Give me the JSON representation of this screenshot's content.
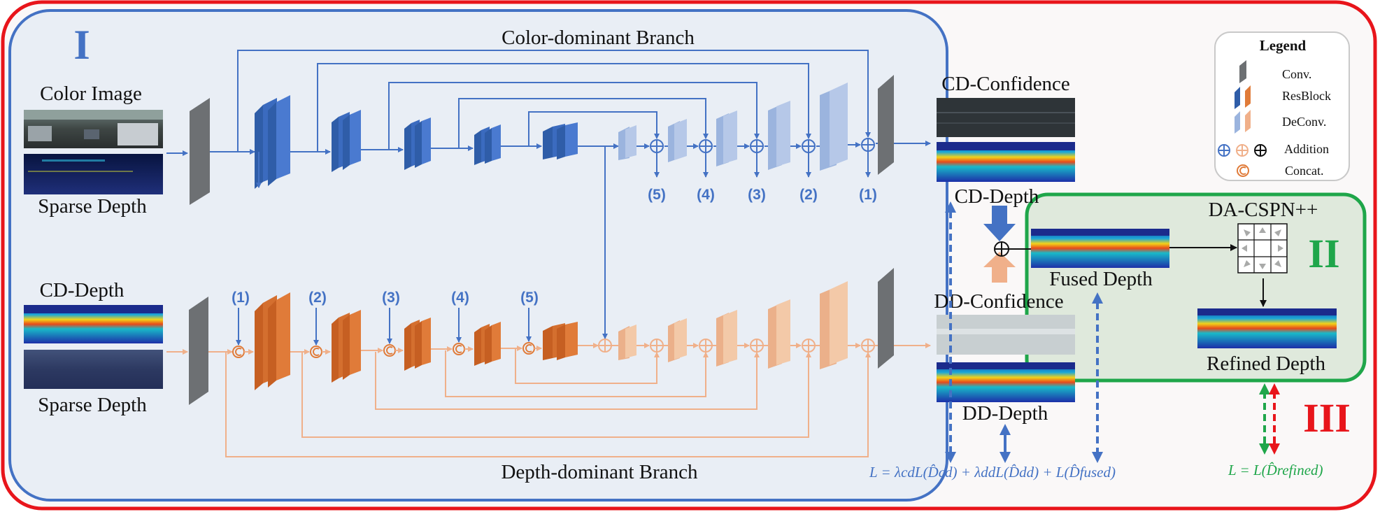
{
  "sections": {
    "one": "I",
    "two": "II",
    "three": "III"
  },
  "branches": {
    "color": "Color-dominant Branch",
    "depth": "Depth-dominant Branch"
  },
  "inputs": {
    "color_image": "Color Image",
    "sparse_depth_top": "Sparse Depth",
    "cd_depth_input": "CD-Depth",
    "sparse_depth_bottom": "Sparse Depth"
  },
  "outputs": {
    "cd_confidence": "CD-Confidence",
    "cd_depth": "CD-Depth",
    "dd_confidence": "DD-Confidence",
    "dd_depth": "DD-Depth",
    "fused_depth": "Fused Depth",
    "refined_depth": "Refined Depth",
    "da_cspn": "DA-CSPN++"
  },
  "skip_labels": [
    "(5)",
    "(4)",
    "(3)",
    "(2)",
    "(1)"
  ],
  "concat_labels": [
    "(1)",
    "(2)",
    "(3)",
    "(4)",
    "(5)"
  ],
  "legend": {
    "title": "Legend",
    "conv": "Conv.",
    "resblock": "ResBlock",
    "deconv": "DeConv.",
    "addition": "Addition",
    "concat": "Concat."
  },
  "loss": {
    "main": "L = λcdL(D̂cd) + λddL(D̂dd) + L(D̂fused)",
    "refined": "L = L(D̂refined)"
  },
  "colors": {
    "outer_border": "#e8151b",
    "stage1_border": "#4472c4",
    "stage1_fill": "#e9eef5",
    "stage2_border": "#1fa64a",
    "stage2_fill": "#dfe9dc",
    "blue": "#4472c4",
    "orange": "#e07b39",
    "gray": "#6d7073"
  }
}
